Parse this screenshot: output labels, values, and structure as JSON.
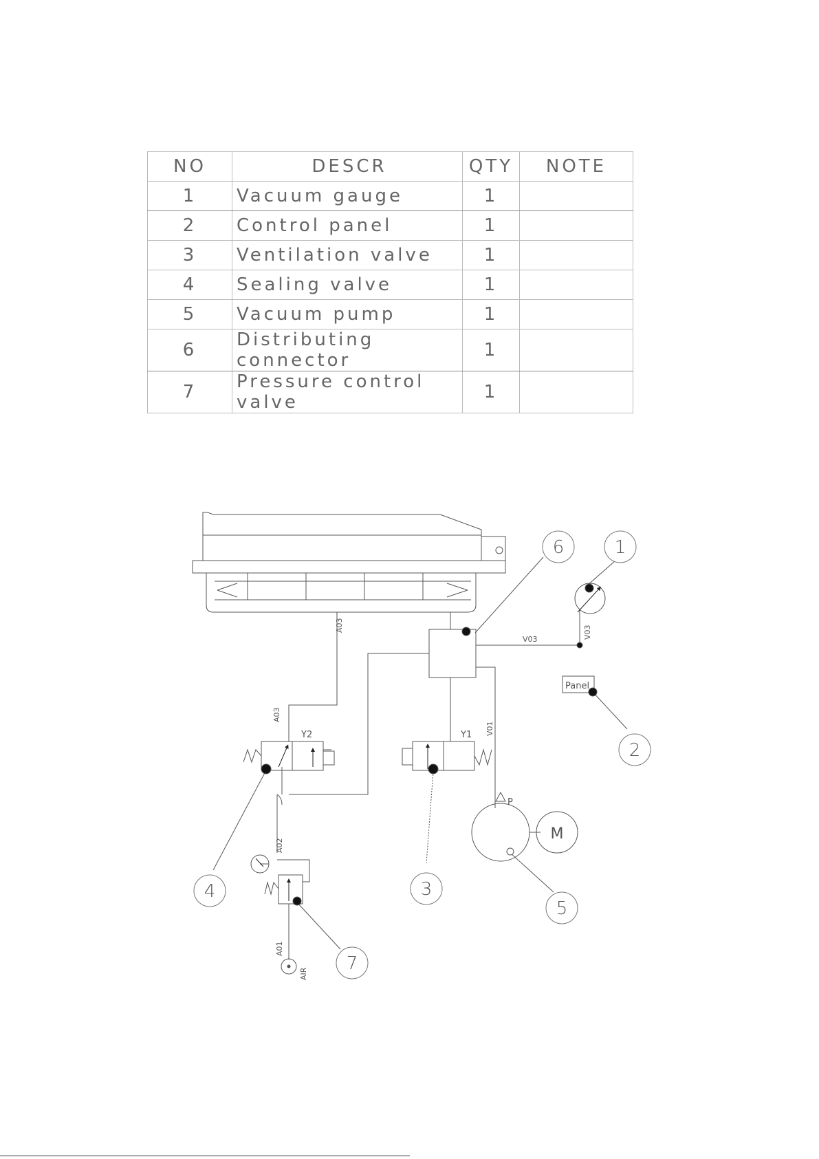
{
  "table": {
    "headers": [
      "NO",
      "DESCR",
      "QTY",
      "NOTE"
    ],
    "rows": [
      {
        "no": "1",
        "descr": "Vacuum gauge",
        "qty": "1",
        "note": ""
      },
      {
        "no": "2",
        "descr": "Control panel",
        "qty": "1",
        "note": ""
      },
      {
        "no": "3",
        "descr": "Ventilation valve",
        "qty": "1",
        "note": ""
      },
      {
        "no": "4",
        "descr": "Sealing valve",
        "qty": "1",
        "note": ""
      },
      {
        "no": "5",
        "descr": "Vacuum pump",
        "qty": "1",
        "note": ""
      },
      {
        "no": "6",
        "descr": "Distributing connector",
        "qty": "1",
        "note": ""
      },
      {
        "no": "7",
        "descr": "Pressure control valve",
        "qty": "1",
        "note": ""
      }
    ]
  },
  "diagram": {
    "line_labels": {
      "a03_upper": "A03",
      "a03_lower": "A03",
      "v03_horizontal": "V03",
      "v03_vertical": "V03",
      "v01": "V01",
      "a02": "A02",
      "a01": "A01"
    },
    "valve_labels": {
      "y1": "Y1",
      "y2": "Y2",
      "pump_port": "P",
      "motor": "M",
      "air": "AIR",
      "panel": "Panel"
    },
    "callouts": [
      "1",
      "2",
      "3",
      "4",
      "5",
      "6",
      "7"
    ]
  }
}
